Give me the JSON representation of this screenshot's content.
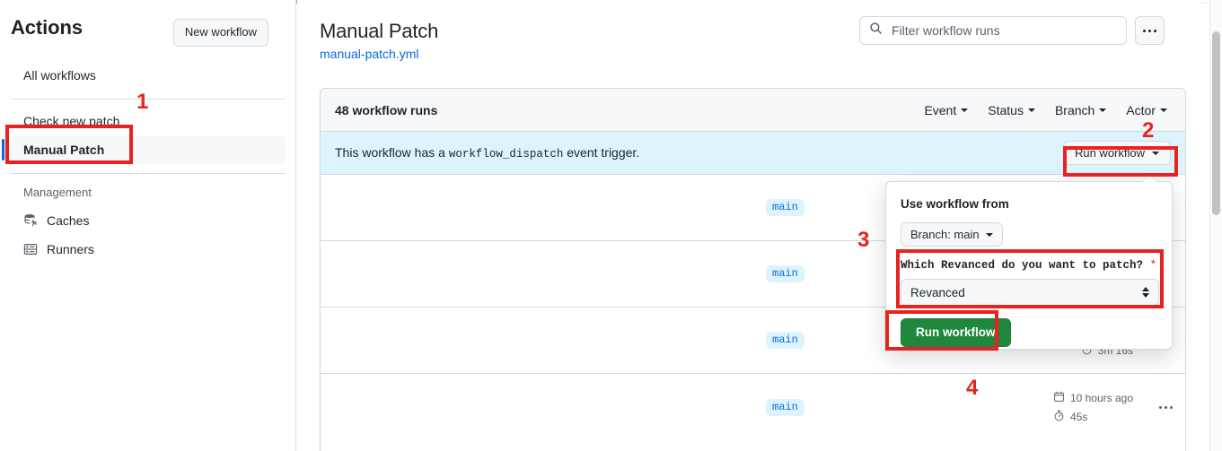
{
  "sidebar": {
    "title": "Actions",
    "new_workflow_label": "New workflow",
    "items": [
      {
        "label": "All workflows",
        "icon": "",
        "active": false
      },
      {
        "label": "Check new patch",
        "icon": "",
        "active": false
      },
      {
        "label": "Manual Patch",
        "icon": "",
        "active": true
      }
    ],
    "management_label": "Management",
    "management_items": [
      {
        "label": "Caches",
        "icon": "cache-icon"
      },
      {
        "label": "Runners",
        "icon": "server-icon"
      }
    ]
  },
  "header": {
    "title": "Manual Patch",
    "subtitle_link": "manual-patch.yml",
    "search_placeholder": "Filter workflow runs",
    "search_value": "",
    "kebab_label": "..."
  },
  "runs_panel": {
    "count_label": "48 workflow runs",
    "filters": [
      {
        "label": "Event"
      },
      {
        "label": "Status"
      },
      {
        "label": "Branch"
      },
      {
        "label": "Actor"
      }
    ],
    "dispatch_banner": {
      "text_before": "This workflow has a",
      "code": "workflow_dispatch",
      "text_after": "event trigger.",
      "run_button_label": "Run workflow"
    },
    "rows": [
      {
        "branch": "main",
        "time": "",
        "duration": ""
      },
      {
        "branch": "main",
        "time": "",
        "duration": ""
      },
      {
        "branch": "main",
        "time": "",
        "duration": "3m 16s"
      },
      {
        "branch": "main",
        "time": "10 hours ago",
        "duration": "45s"
      }
    ]
  },
  "popup": {
    "use_workflow_from_label": "Use workflow from",
    "branch_button_label": "Branch: main",
    "input_question_label": "Which Revanced do you want to patch?",
    "required_marker": "*",
    "select_value": "Revanced",
    "run_button_label": "Run workflow"
  },
  "annotations": [
    {
      "number": "1"
    },
    {
      "number": "2"
    },
    {
      "number": "3"
    },
    {
      "number": "4"
    }
  ],
  "colors": {
    "accent_blue": "#0969da",
    "green_button": "#1f883d",
    "annotation_red": "#e8231f",
    "banner_blue": "#ddf4ff",
    "required_red": "#cf222e",
    "progress_orange": "#fd8c73"
  }
}
